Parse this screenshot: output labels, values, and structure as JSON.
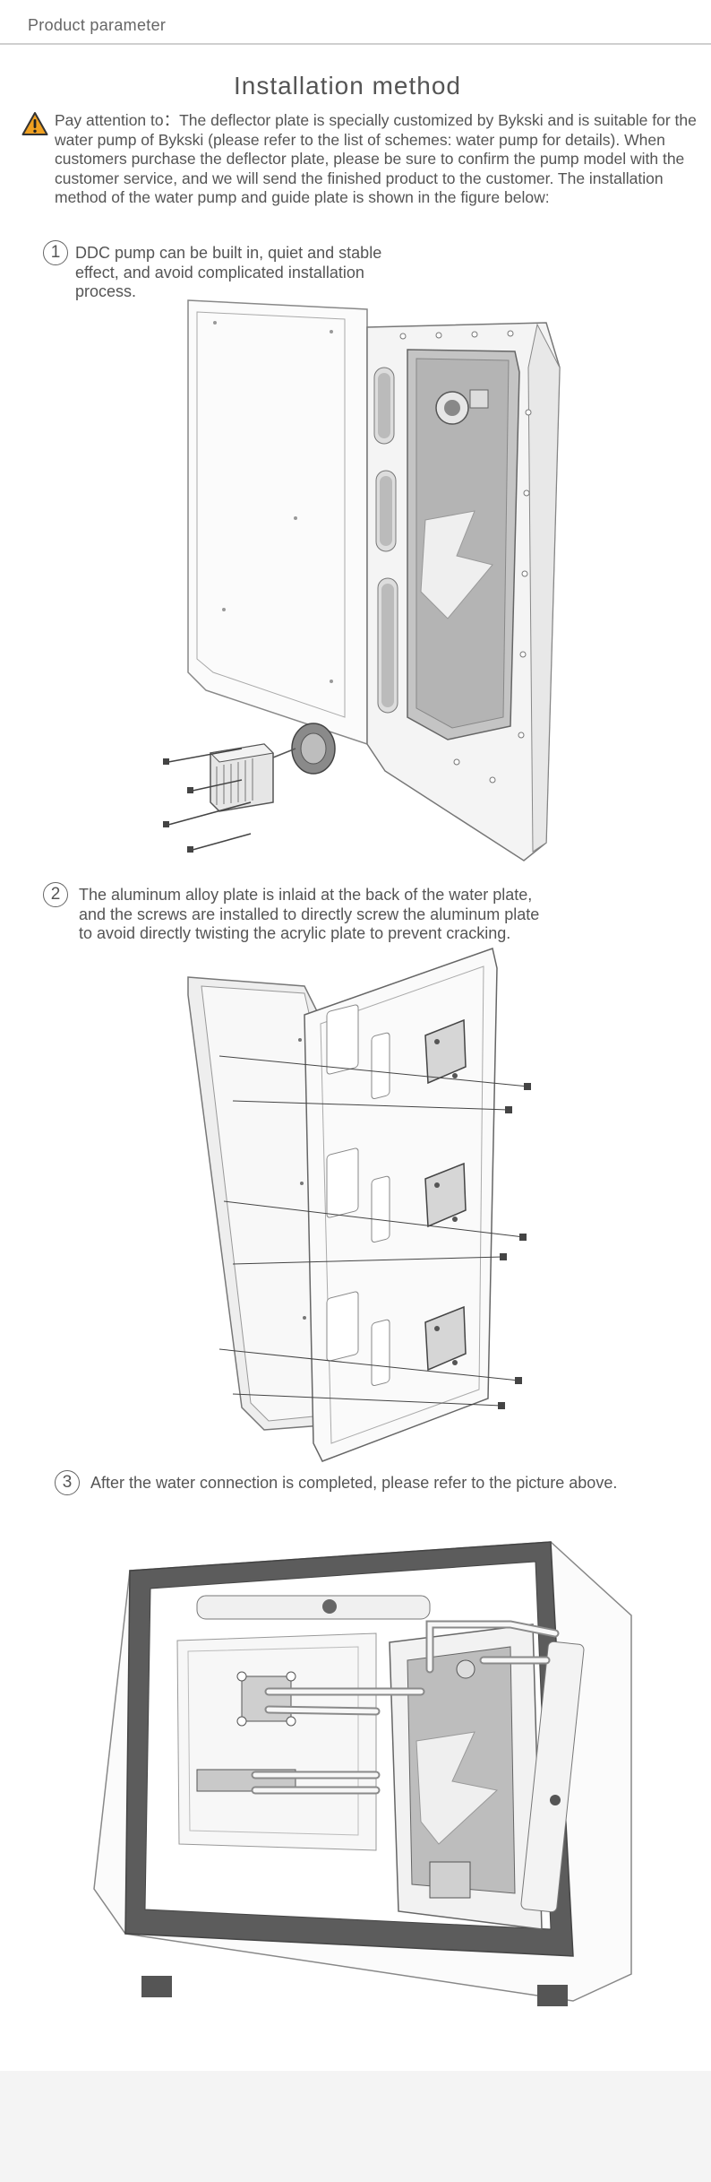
{
  "header": {
    "title": "Product parameter"
  },
  "section": {
    "title": "Installation method"
  },
  "warning": {
    "icon": "warning-triangle-icon",
    "icon_color": "#f0a020",
    "text": "Pay attention to：The deflector plate is specially customized by Bykski and is suitable for the water pump of Bykski (please refer to the list of schemes: water pump for details). When customers purchase the deflector plate, please be sure to confirm the pump model with the customer service, and we will send the finished product to the customer. The installation method of the water pump and guide plate is shown in the figure below:"
  },
  "steps": [
    {
      "number": "1",
      "text": "DDC pump can be built in, quiet and stable\neffect, and avoid complicated installation\nprocess."
    },
    {
      "number": "2",
      "text": "The aluminum alloy plate is inlaid at the back of the water plate,\nand the screws are installed to directly screw the aluminum plate\nto avoid directly twisting the acrylic plate to prevent cracking."
    },
    {
      "number": "3",
      "text": "After the water connection is completed, please refer to the picture above."
    }
  ],
  "colors": {
    "text": "#555555",
    "line": "#888888",
    "plate_fill": "#f7f7f7",
    "acrylic_gray": "#b8b8b8",
    "case_frame": "#5a5a5a",
    "footer": "#f4f4f4"
  }
}
